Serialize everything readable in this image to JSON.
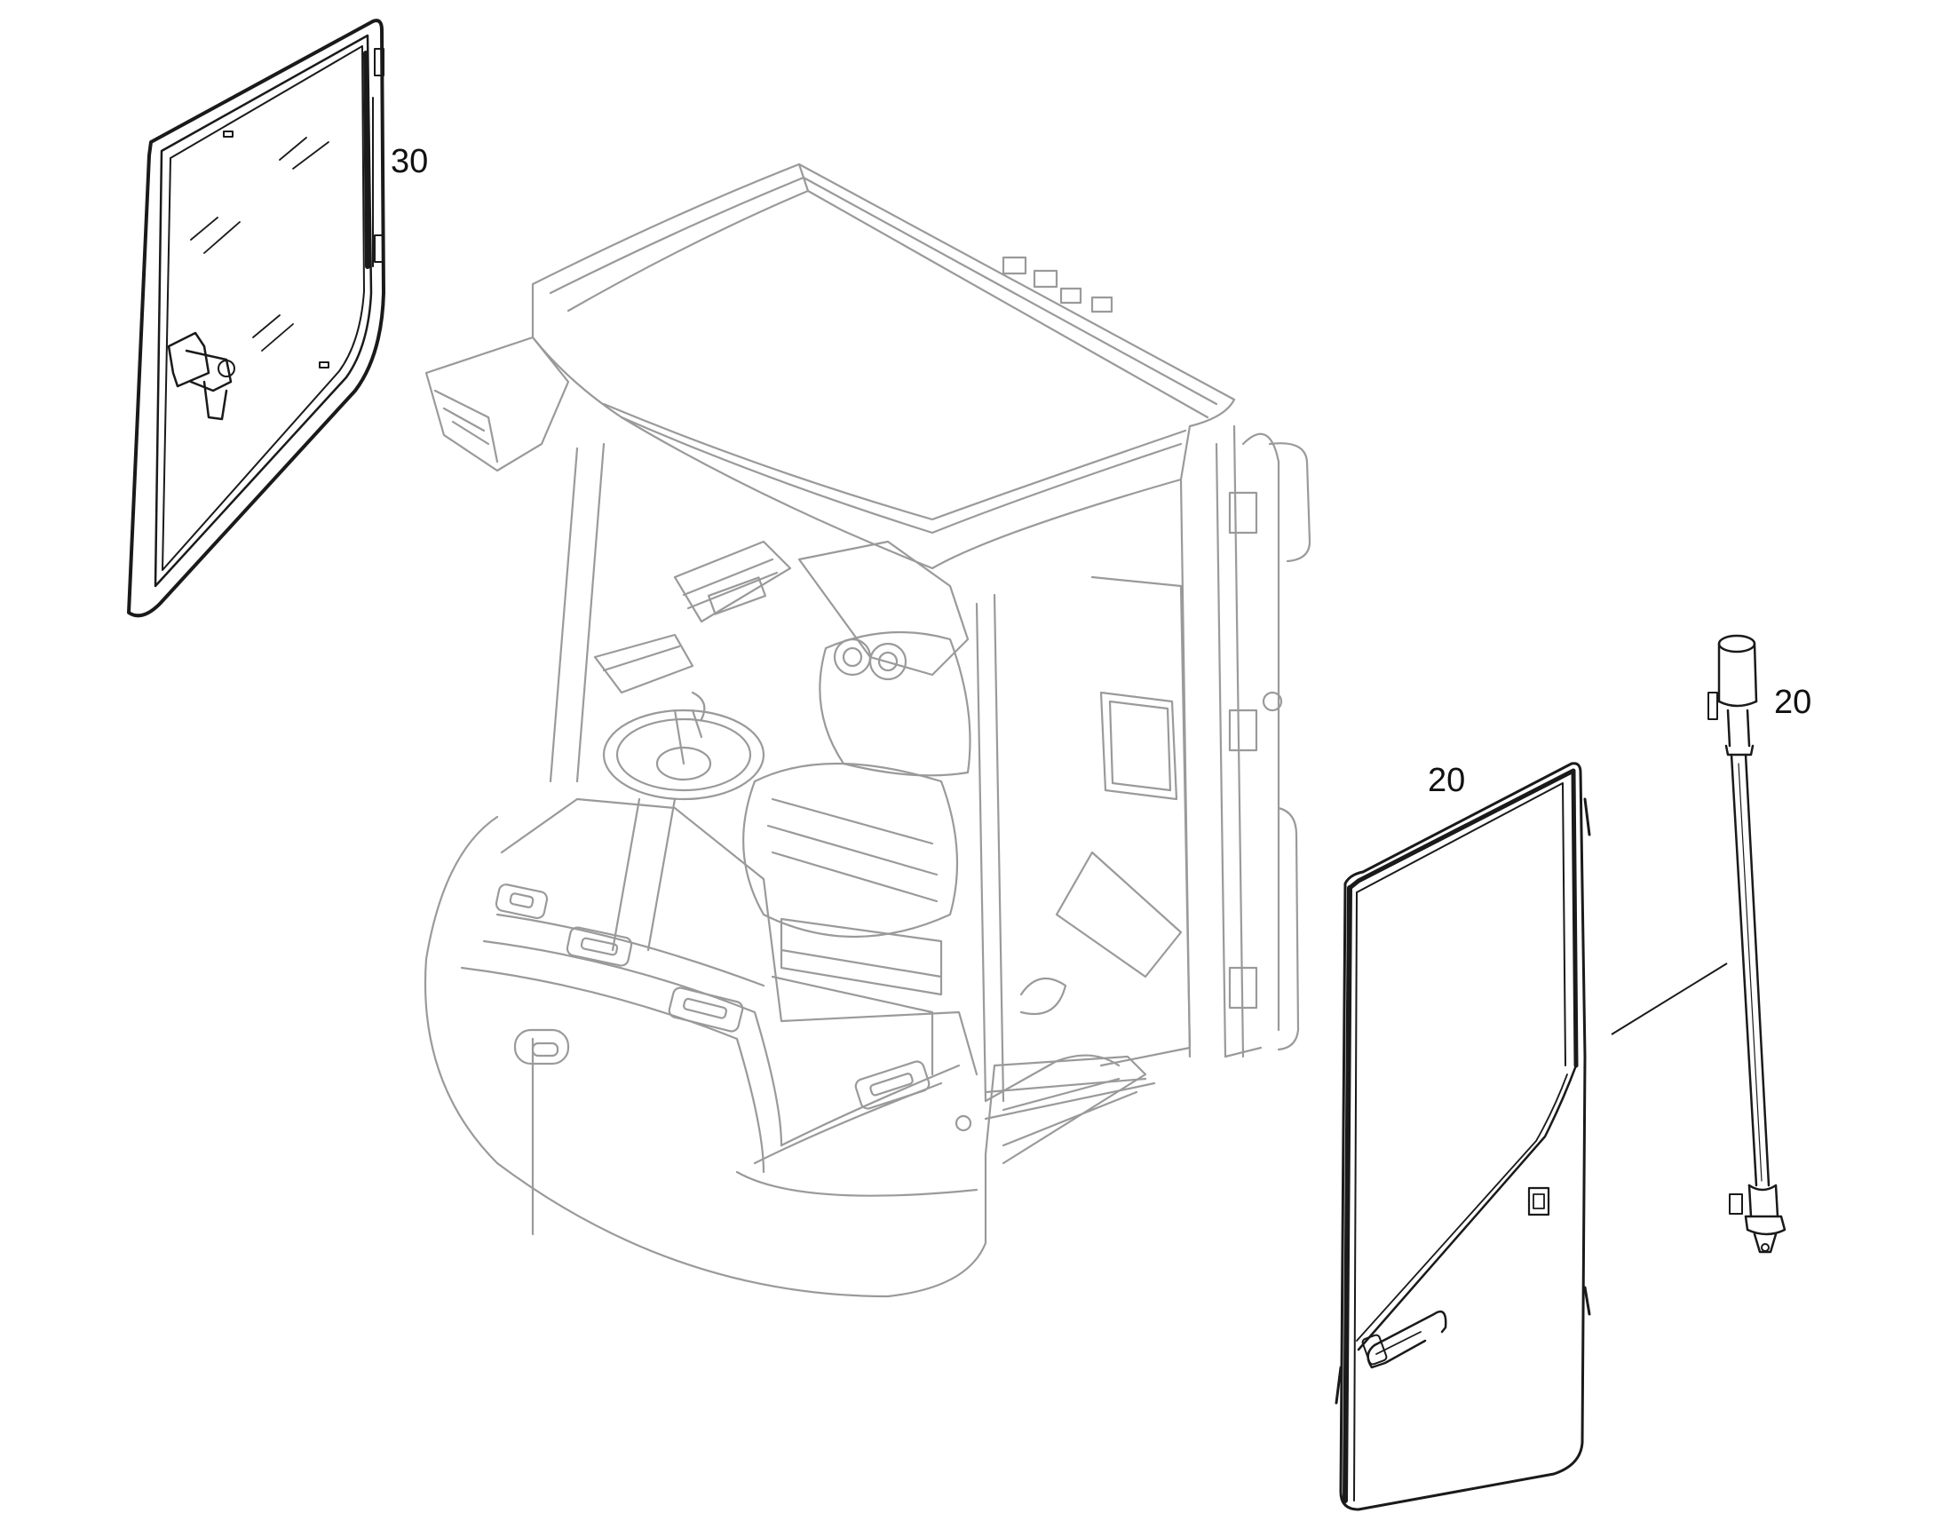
{
  "diagram": {
    "callouts": {
      "side_window": "30",
      "door": "20",
      "gas_strut": "20"
    },
    "colors": {
      "cab_lines": "#9a9a9a",
      "part_lines": "#1a1a1a",
      "background": "#ffffff"
    }
  }
}
